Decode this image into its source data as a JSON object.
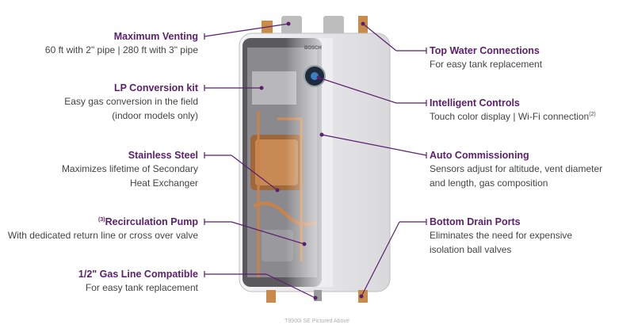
{
  "left_callouts": [
    {
      "id": "venting",
      "title": "Maximum Venting",
      "title_sup": "",
      "desc": [
        "60 ft with 2\" pipe | 280 ft with 3\" pipe"
      ]
    },
    {
      "id": "lp",
      "title": "LP Conversion kit",
      "title_sup": "",
      "desc": [
        "Easy gas conversion in the field",
        "(indoor models only)"
      ]
    },
    {
      "id": "steel",
      "title": "Stainless Steel",
      "title_sup": "",
      "desc": [
        "Maximizes lifetime of Secondary",
        "Heat Exchanger"
      ]
    },
    {
      "id": "recirc",
      "title": "Recirculation Pump",
      "title_sup": "(3)",
      "desc": [
        "With dedicated return line or cross over valve"
      ]
    },
    {
      "id": "gasline",
      "title": "1/2\" Gas Line Compatible",
      "title_sup": "",
      "desc": [
        "For easy tank replacement"
      ]
    }
  ],
  "right_callouts": [
    {
      "id": "water",
      "title": "Top Water Connections",
      "desc": [
        "For easy tank replacement"
      ],
      "desc_sup": ""
    },
    {
      "id": "controls",
      "title": "Intelligent Controls",
      "desc": [
        "Touch color display | Wi-Fi connection"
      ],
      "desc_sup": "(2)"
    },
    {
      "id": "commissioning",
      "title": "Auto Commissioning",
      "desc": [
        "Sensors adjust for altitude, vent diameter",
        "and length, gas composition"
      ],
      "desc_sup": ""
    },
    {
      "id": "drain",
      "title": "Bottom Drain Ports",
      "desc": [
        "Eliminates the need for expensive",
        "isolation ball valves"
      ],
      "desc_sup": ""
    }
  ],
  "brand_label": "BOSCH",
  "caption": "T9900i SE Pictured Above",
  "colors": {
    "accent": "#5b1f6e",
    "text": "#444444",
    "panel": "#e6e6e8"
  }
}
